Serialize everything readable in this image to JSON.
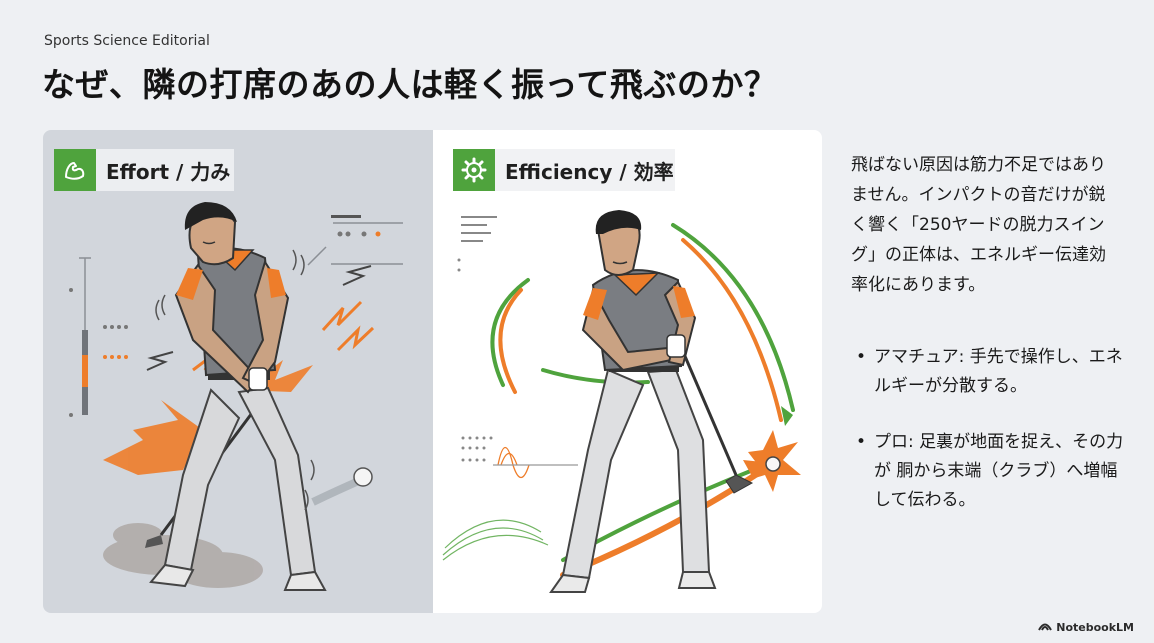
{
  "header": {
    "kicker": "Sports Science Editorial",
    "title": "なぜ、隣の打席のあの人は軽く振って飛ぶのか？"
  },
  "panels": {
    "effort": {
      "label": "Effort / 力み",
      "icon": "flexed-arm-icon"
    },
    "efficiency": {
      "label": "Efficiency / 効率",
      "icon": "gear-icon"
    }
  },
  "body": {
    "paragraph": "飛ばない原因は筋力不足ではありません。インパクトの音だけが鋭く響く「250ヤードの脱力スイング」の正体は、エネルギー伝達効率化にあります。",
    "bullets": [
      "アマチュア: 手先で操作し、エネルギーが分散する。",
      "プロ: 足裏が地面を捉え、その力が 胴から末端（クラブ）へ増幅して伝わる。"
    ]
  },
  "brand": {
    "name": "NotebookLM",
    "icon": "notebook-logo-icon"
  },
  "colors": {
    "accent_green": "#4fa33d",
    "accent_orange": "#ee7d2a",
    "shirt_gray": "#7a7d82"
  }
}
